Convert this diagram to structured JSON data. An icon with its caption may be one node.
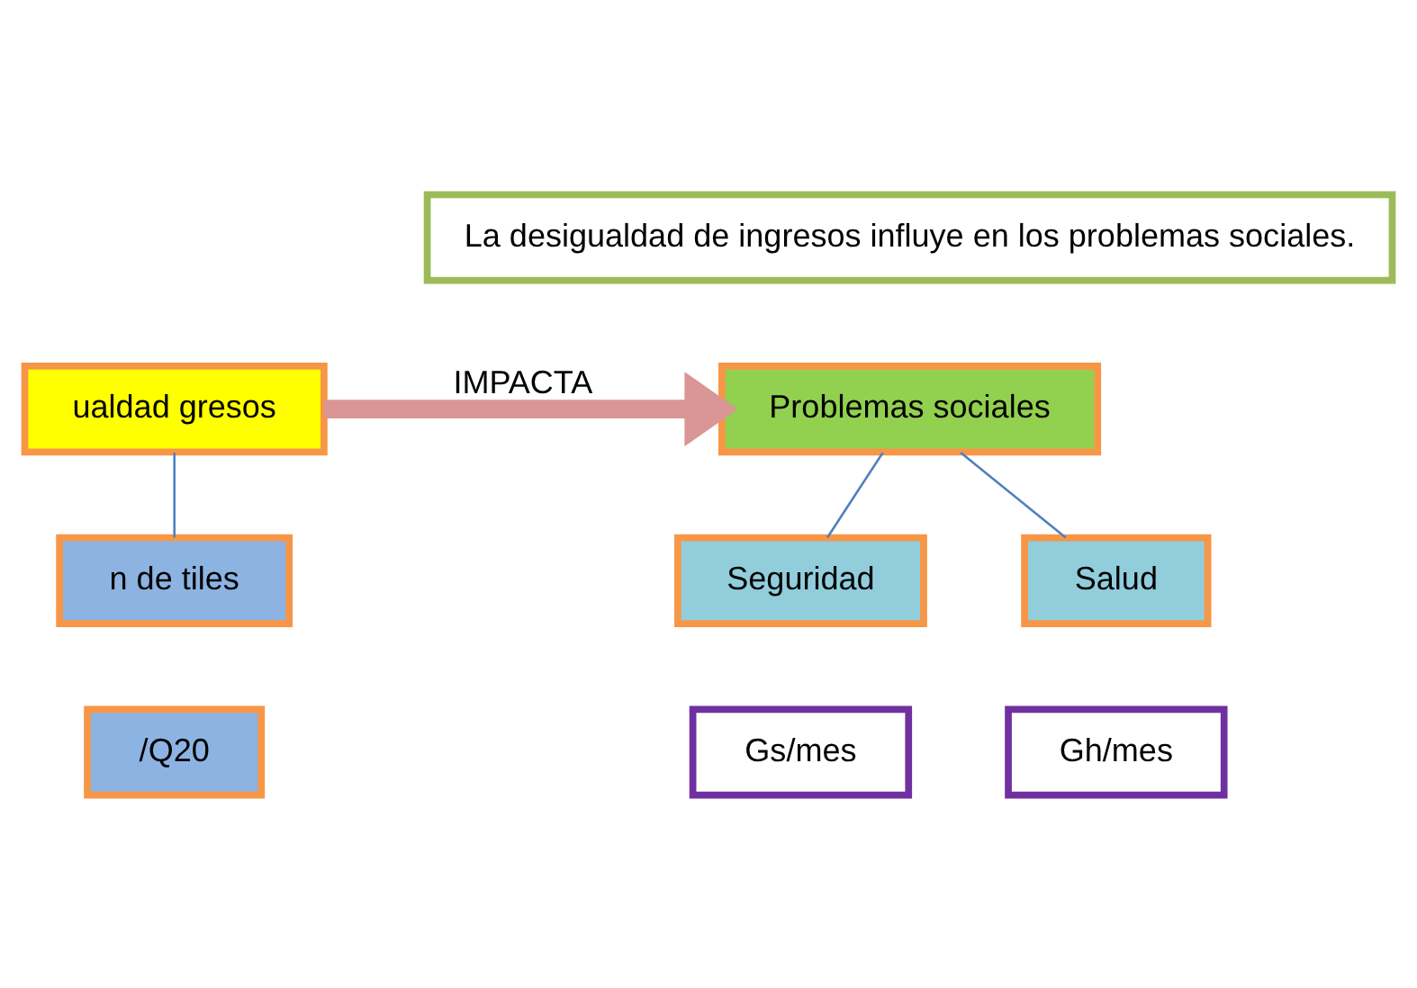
{
  "diagram": {
    "nodes": [
      {
        "text": [
          "La desigualdad de ingresos influye en los problemas sociales."
        ]
      },
      {
        "text": [
          "ualdad gresos"
        ]
      },
      {
        "text": [
          "n de tiles"
        ]
      },
      {
        "text": [
          "/Q20"
        ]
      },
      {
        "text": [
          "Problemas sociales"
        ]
      },
      {
        "text": [
          "Salud"
        ]
      },
      {
        "text": [
          "Seguridad"
        ]
      },
      {
        "text": [
          "Gh/mes"
        ]
      },
      {
        "text": [
          "Gs/mes"
        ]
      }
    ],
    "edges": [
      {
        "from": 1,
        "to": 2,
        "arrow": "none"
      },
      {
        "from": 1,
        "to": 4,
        "arrow": "to",
        "label": "IMPACTA",
        "style": "thick",
        "color": "#d99694"
      },
      {
        "from": 4,
        "to": 5,
        "arrow": "none"
      },
      {
        "from": 4,
        "to": 6,
        "arrow": "none"
      }
    ]
  }
}
